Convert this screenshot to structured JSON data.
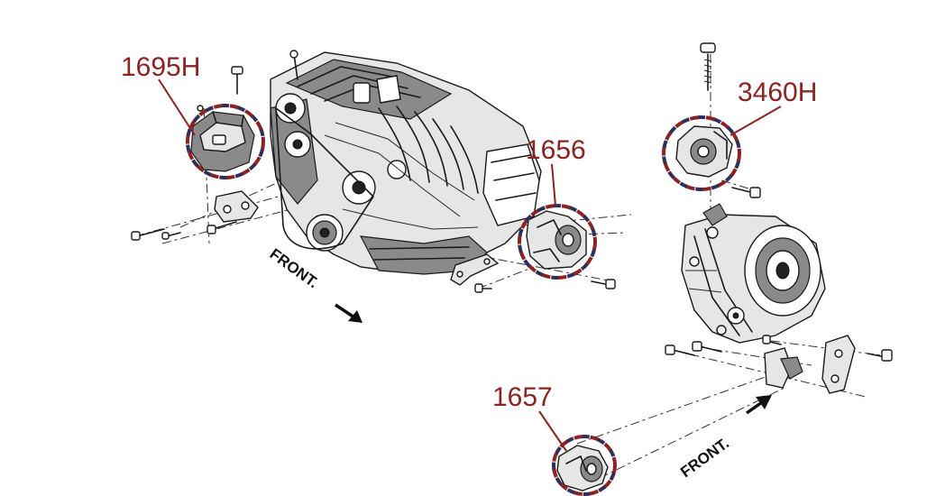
{
  "callouts": {
    "c1695h": "1695H",
    "c1656": "1656",
    "c3460h": "3460H",
    "c1657": "1657"
  },
  "front_labels": {
    "left": "FRONT.",
    "right": "FRONT."
  },
  "colors": {
    "callout_text": "#8b2323",
    "ring_primary": "#8b2323",
    "ring_secondary": "#2f2f5a"
  }
}
